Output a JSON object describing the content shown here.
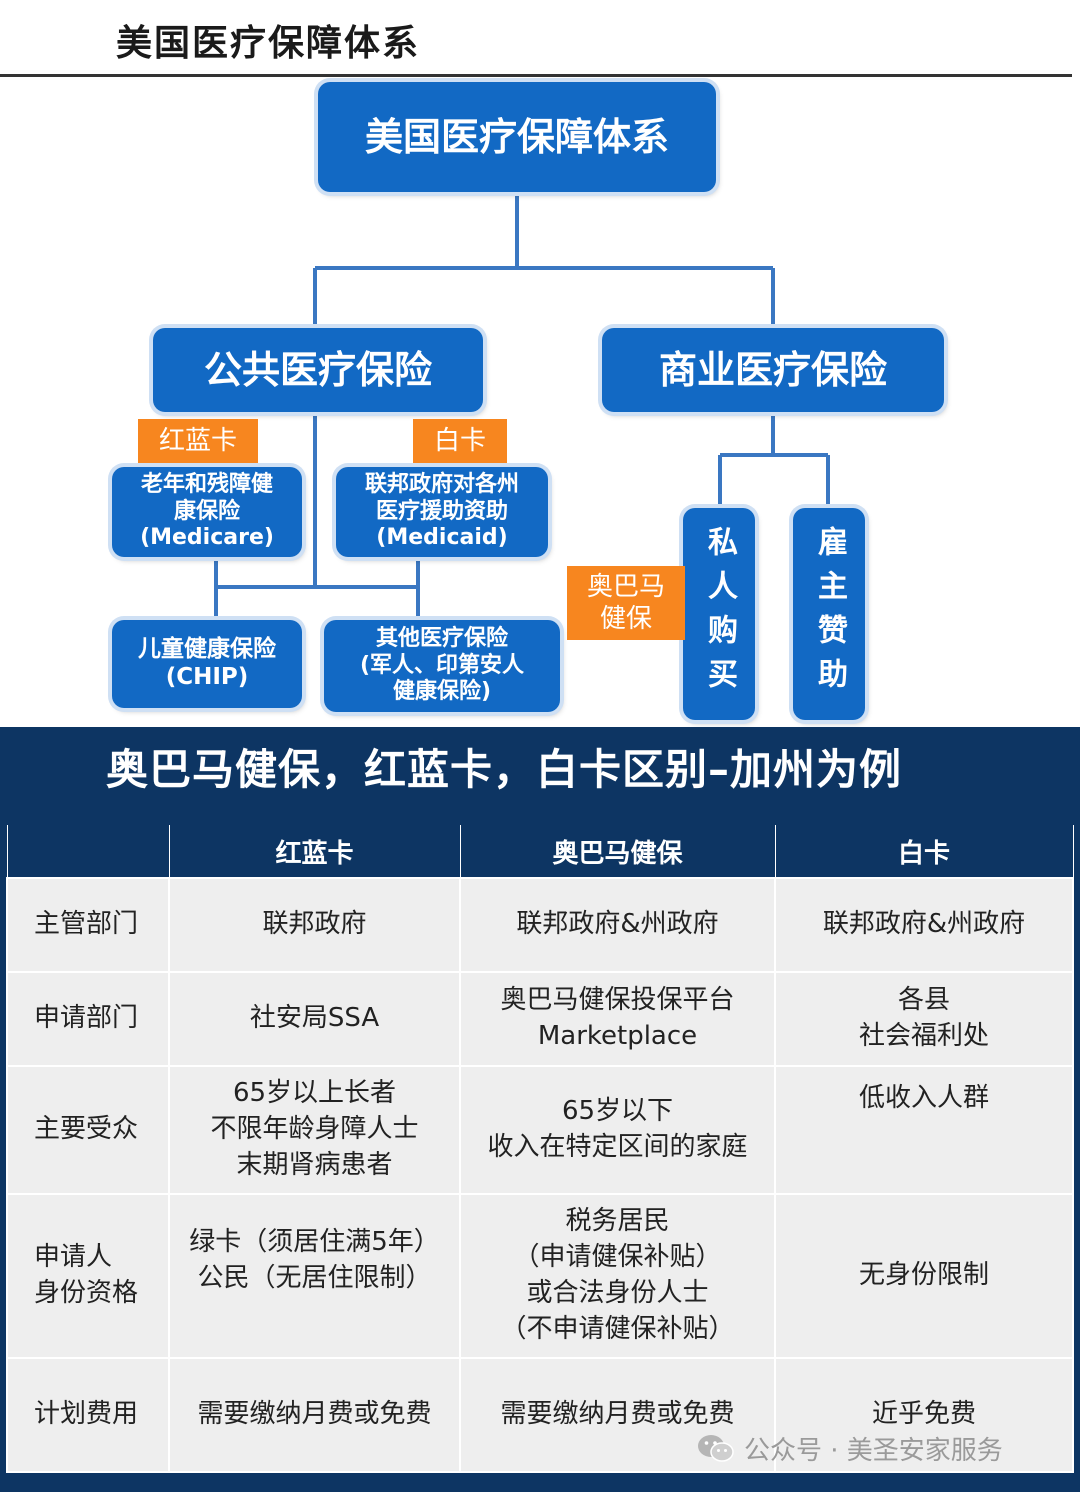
{
  "page": {
    "title": "美国医疗保障体系"
  },
  "diagram": {
    "nodes": {
      "root": "美国医疗保障体系",
      "public": "公共医疗保险",
      "commercial": "商业医疗保险",
      "medicare": "老年和残障健\n康保险\n(Medicare)",
      "medicaid": "联邦政府对各州\n医疗援助资助\n(Medicaid)",
      "chip": "儿童健康保险\n(CHIP)",
      "other": "其他医疗保险\n(军人、印第安人\n健康保险)",
      "private": "私人购买",
      "employer": "雇主赞助"
    },
    "tags": {
      "red_blue": "红蓝卡",
      "white": "白卡",
      "obama": "奥巴马\n健保"
    }
  },
  "comparison": {
    "title": "奥巴马健保，红蓝卡，白卡区别–加州为例",
    "columns": [
      "",
      "红蓝卡",
      "奥巴马健保",
      "白卡"
    ],
    "rows": [
      {
        "label": "主管部门",
        "cells": [
          "联邦政府",
          "联邦政府&州政府",
          "联邦政府&州政府"
        ]
      },
      {
        "label": "申请部门",
        "cells": [
          "社安局SSA",
          "奥巴马健保投保平台\nMarketplace",
          "各县\n社会福利处"
        ]
      },
      {
        "label": "主要受众",
        "cells": [
          "65岁以上长者\n不限年龄身障人士\n末期肾病患者",
          "65岁以下\n收入在特定区间的家庭",
          "低收入人群"
        ]
      },
      {
        "label": "申请人\n身份资格",
        "cells": [
          "绿卡（须居住满5年）\n公民（无居住限制）",
          "税务居民\n（申请健保补贴）\n或合法身份人士\n（不申请健保补贴）",
          "无身份限制"
        ]
      },
      {
        "label": "计划费用",
        "cells": [
          "需要缴纳月费或免费",
          "需要缴纳月费或免费",
          "近乎免费"
        ]
      }
    ]
  },
  "watermark": {
    "text": "公众号 · 美圣安家服务"
  },
  "colors": {
    "node_blue": "#1269c4",
    "tag_orange": "#f7861f",
    "navy": "#0d3563"
  }
}
